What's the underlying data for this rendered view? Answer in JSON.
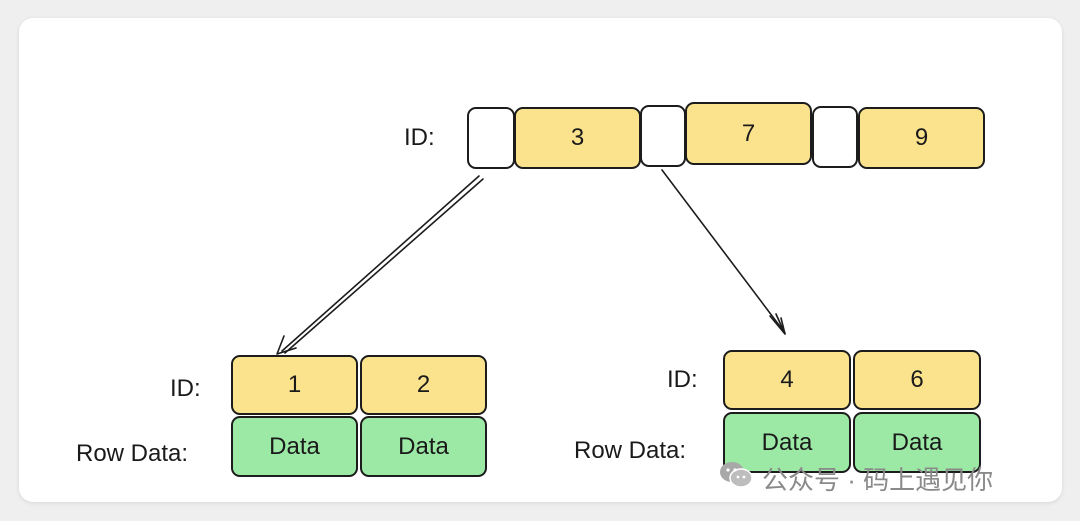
{
  "root": {
    "label": "ID:",
    "keys": [
      "3",
      "7",
      "9"
    ]
  },
  "left_leaf": {
    "id_label": "ID:",
    "row_label": "Row Data:",
    "keys": [
      "1",
      "2"
    ],
    "data": [
      "Data",
      "Data"
    ]
  },
  "right_leaf": {
    "id_label": "ID:",
    "row_label": "Row Data:",
    "keys": [
      "4",
      "6"
    ],
    "data": [
      "Data",
      "Data"
    ]
  },
  "watermark": {
    "text": "公众号 · 码上遇见你",
    "icon": "wechat-icon"
  },
  "colors": {
    "key_fill": "#fbe38e",
    "data_fill": "#9ce9a6",
    "pointer_fill": "#ffffff",
    "stroke": "#1c1c1c"
  }
}
